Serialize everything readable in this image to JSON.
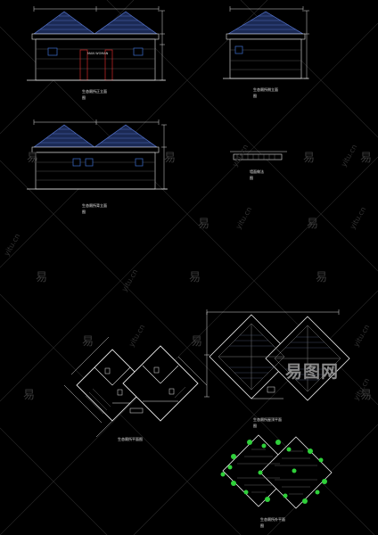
{
  "drawing": {
    "front_elevation_caption": "生态厕所正立面",
    "front_elevation_caption_2": "图",
    "side_elevation_caption": "生态厕所侧立面",
    "side_elevation_caption_2": "图",
    "rear_elevation_caption": "生态厕所背立面",
    "rear_elevation_caption_2": "图",
    "detail_caption": "墙面做法",
    "detail_caption_2": "图",
    "floor_plan_caption": "生态厕所平面图",
    "roof_plan_caption": "生态厕所屋顶平面",
    "roof_plan_caption_2": "图",
    "landscape_plan_caption": "生态厕所外平面",
    "landscape_plan_caption_2": "图",
    "sign_text": "MAN  WOMAN"
  },
  "watermark": {
    "char": "易",
    "yitu": "yitu.cn",
    "logo": "易图网"
  },
  "colors": {
    "background": "#000000",
    "line": "#e6e6e6",
    "roof": "#5a7ad6",
    "dimension": "#d8d8d8",
    "door": "#d02a2a",
    "window": "#3d6fd0",
    "plant": "#2fd03a",
    "watermark": "#333333"
  }
}
